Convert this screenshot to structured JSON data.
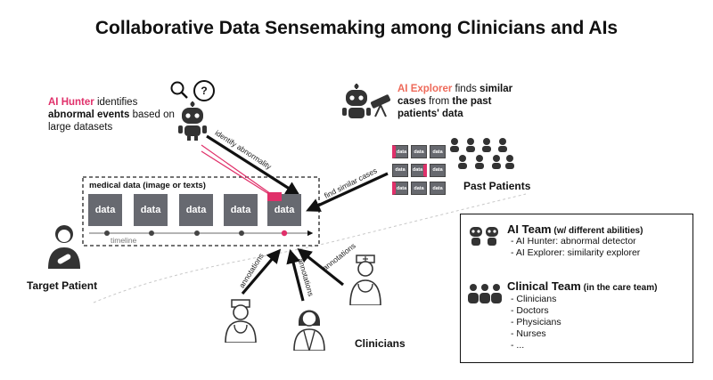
{
  "title": "Collaborative Data Sensemaking among Clinicians and AIs",
  "ai_hunter": {
    "name": "AI Hunter",
    "text1": " identifies",
    "text2": "abnormal events",
    "text3": " based on",
    "text4": "large datasets"
  },
  "ai_explorer": {
    "name": "AI Explorer",
    "text1": " finds ",
    "text2": "similar",
    "text3": "cases",
    "text4": " from ",
    "text5": "the past",
    "text6": "patients' data"
  },
  "medical_data": {
    "label": "medical data (image or texts)",
    "boxes": [
      "data",
      "data",
      "data",
      "data",
      "data"
    ],
    "timeline": "timeline"
  },
  "arrows": {
    "identify": "identify abnormality",
    "similar": "find similar cases",
    "annotations": [
      "annotations",
      "annotations",
      "annotations"
    ]
  },
  "past_patients": {
    "label": "Past Patients",
    "grid": [
      "data",
      "data",
      "data",
      "data",
      "data",
      "data",
      "data",
      "data",
      "data"
    ]
  },
  "target_patient": "Target Patient",
  "clinicians": "Clinicians",
  "legend": {
    "ai_team_title": "AI Team",
    "ai_team_sub": " (w/ different abilities)",
    "ai_items": [
      "AI Hunter: abnormal detector",
      "AI Explorer: similarity explorer"
    ],
    "clinical_title": "Clinical Team",
    "clinical_sub": " (in the care team)",
    "clinical_items": [
      "Clinicians",
      "Doctors",
      "Physicians",
      "Nurses",
      "..."
    ]
  },
  "colors": {
    "accent_pink": "#e0306a",
    "accent_salmon": "#ee6a5a",
    "data_gray": "#676970"
  }
}
